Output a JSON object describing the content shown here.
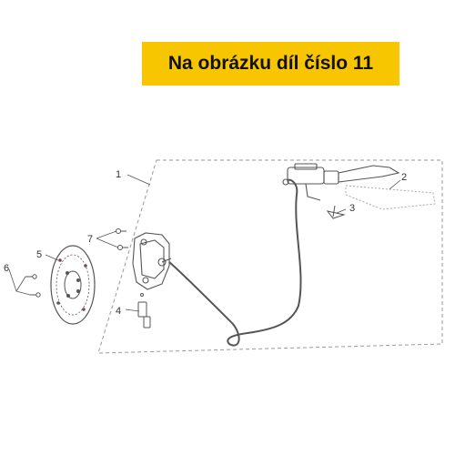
{
  "banner": {
    "text": "Na obrázku díl číslo 11",
    "background": "#f7c600"
  },
  "diagram": {
    "callouts": [
      "1",
      "2",
      "3",
      "4",
      "5",
      "6",
      "7"
    ]
  }
}
